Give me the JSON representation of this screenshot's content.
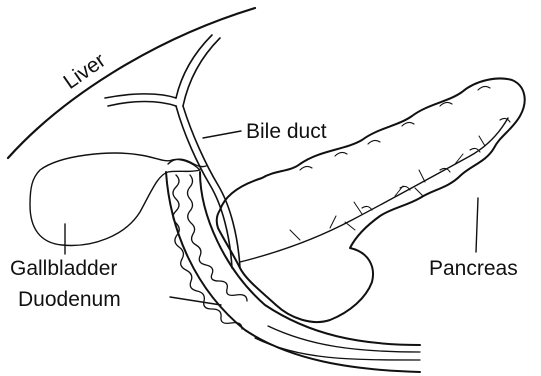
{
  "labels": {
    "liver": "Liver",
    "bile_duct": "Bile duct",
    "gallbladder": "Gallbladder",
    "duodenum": "Duodenum",
    "pancreas": "Pancreas"
  },
  "colors": {
    "line": "#111111",
    "background": "#ffffff"
  }
}
